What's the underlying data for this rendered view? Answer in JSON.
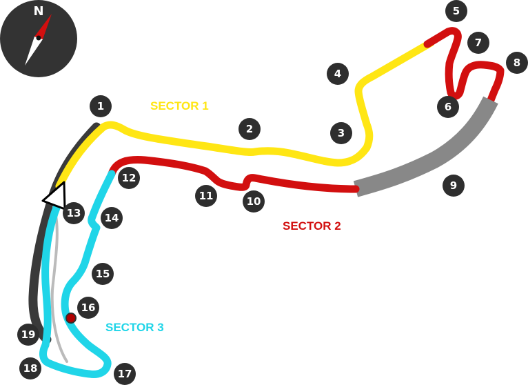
{
  "compass": {
    "north_label": "N",
    "icon": "compass-icon"
  },
  "sectors": [
    {
      "id": "sector-1",
      "label": "SECTOR 1",
      "color": "#ffe614"
    },
    {
      "id": "sector-2",
      "label": "SECTOR 2",
      "color": "#d20f0f"
    },
    {
      "id": "sector-3",
      "label": "SECTOR 3",
      "color": "#20d5e8"
    }
  ],
  "colors": {
    "tunnel": "#888888",
    "pit_lane": "#bbbbbb",
    "track_outer": "#3a3a3a",
    "turn_marker": "#2e2e2e",
    "start_finish": "#b00000"
  },
  "turns": [
    "1",
    "2",
    "3",
    "4",
    "5",
    "6",
    "7",
    "8",
    "9",
    "10",
    "11",
    "12",
    "13",
    "14",
    "15",
    "16",
    "17",
    "18",
    "19"
  ],
  "start_marker_icon": "start-direction-triangle-icon"
}
